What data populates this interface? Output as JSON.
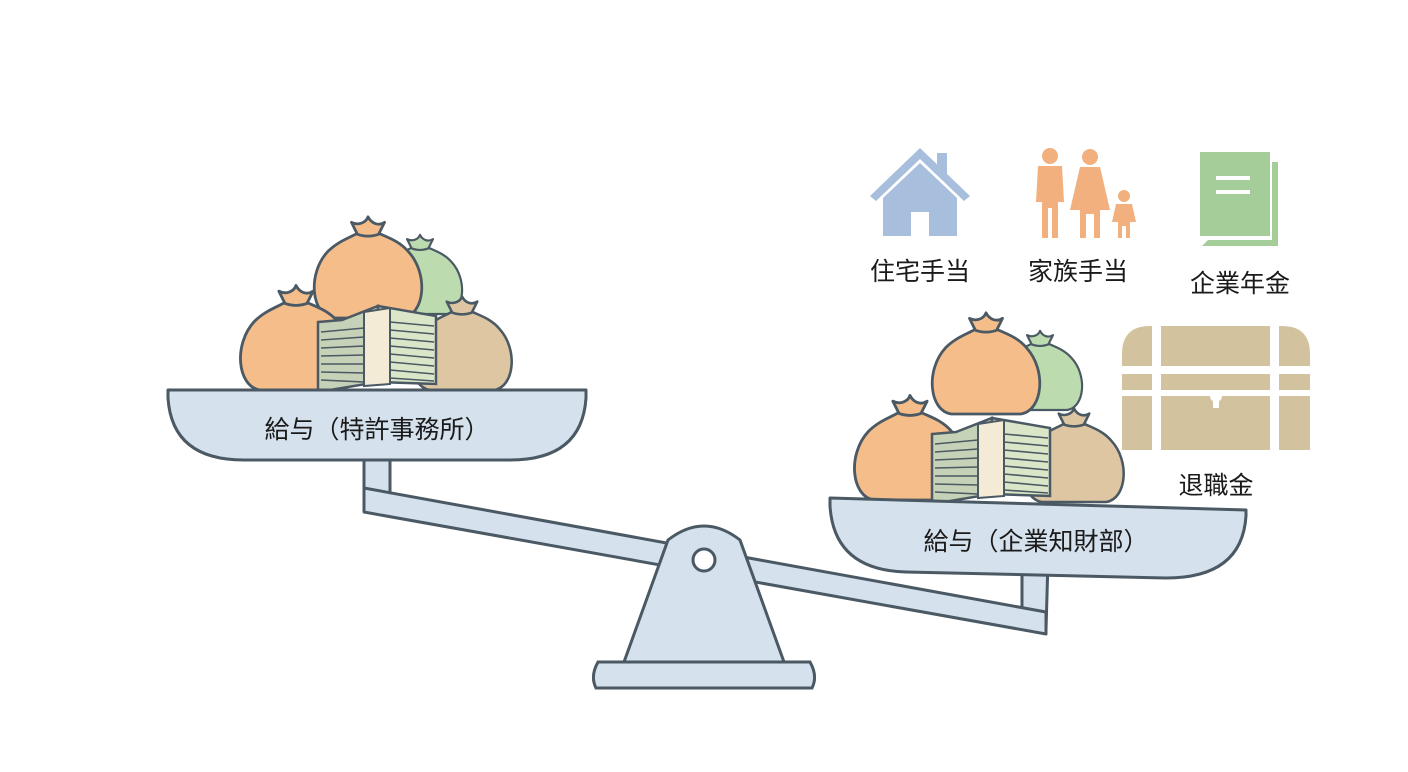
{
  "left_pan": {
    "label": "給与（特許事務所）"
  },
  "right_pan": {
    "label": "給与（企業知財部）"
  },
  "benefits": [
    {
      "label": "住宅手当",
      "icon": "house-icon"
    },
    {
      "label": "家族手当",
      "icon": "family-icon"
    },
    {
      "label": "企業年金",
      "icon": "book-icon"
    },
    {
      "label": "退職金",
      "icon": "treasure-chest-icon"
    }
  ],
  "colors": {
    "outline": "#4a5963",
    "scale_fill": "#d5e1ec",
    "bag_orange": "#f5bd8a",
    "bag_green": "#bcdcb0",
    "bag_tan": "#dfc6a3",
    "house": "#a7bedd",
    "family": "#f2b07f",
    "book": "#a4cd99",
    "chest": "#d3c29e"
  }
}
